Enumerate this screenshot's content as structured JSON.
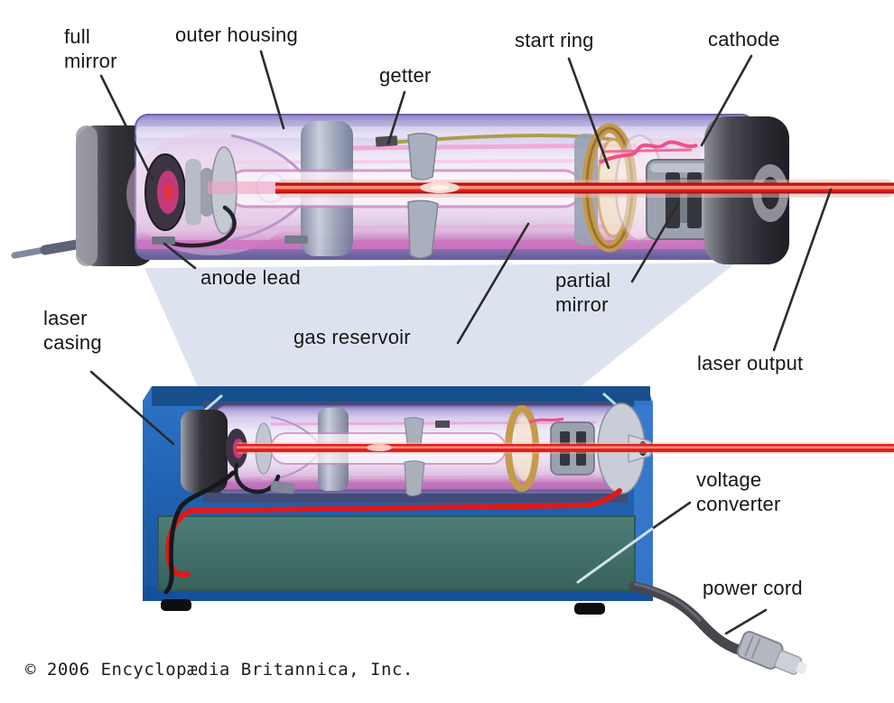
{
  "labels": {
    "full_mirror": {
      "line1": "full",
      "line2": "mirror"
    },
    "outer_housing": {
      "line1": "outer housing"
    },
    "getter": {
      "line1": "getter"
    },
    "start_ring": {
      "line1": "start ring"
    },
    "cathode": {
      "line1": "cathode"
    },
    "anode_lead": {
      "line1": "anode lead"
    },
    "gas_reservoir": {
      "line1": "gas reservoir"
    },
    "partial_mirror": {
      "line1": "partial",
      "line2": "mirror"
    },
    "laser_casing": {
      "line1": "laser",
      "line2": "casing"
    },
    "laser_output": {
      "line1": "laser output"
    },
    "voltage_converter": {
      "line1": "voltage",
      "line2": "converter"
    },
    "power_cord": {
      "line1": "power cord"
    }
  },
  "footer": {
    "copyright": "© 2006 Encyclopædia Britannica, Inc."
  },
  "colors": {
    "laser_beam_red": "#e02020",
    "tube_lavender": "#e9e2f4",
    "tube_edge_purple": "#5d5d96",
    "end_cap_gray": "#2a2a31",
    "start_ring_gold": "#c59a4a",
    "casing_blue": "#2063b2",
    "voltage_converter_teal": "#416f69",
    "projection_cone": "#dde3ee",
    "red_wire": "#e01818",
    "power_cord_gray": "#46464c",
    "label_text": "#161616"
  }
}
